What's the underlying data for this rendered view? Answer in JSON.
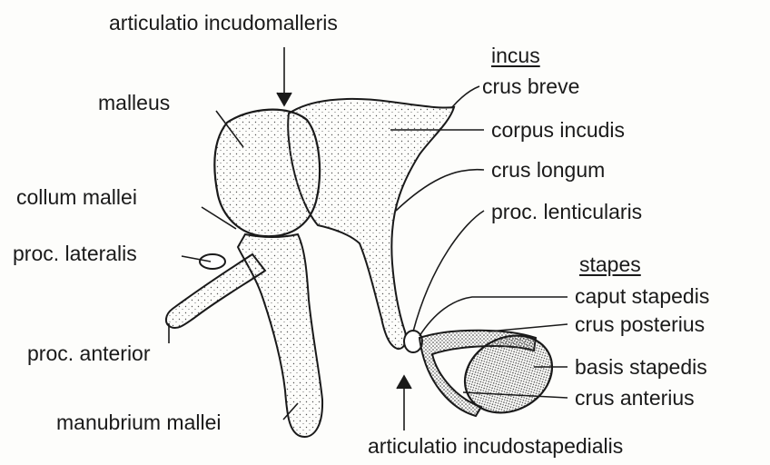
{
  "labels": {
    "top": "articulatio incudomalleris",
    "malleus": "malleus",
    "incus_header": "incus",
    "crus_breve": "crus breve",
    "corpus_incudis": "corpus incudis",
    "crus_longum": "crus longum",
    "collum_mallei": "collum mallei",
    "proc_lenticularis": "proc. lenticularis",
    "proc_lateralis": "proc. lateralis",
    "stapes_header": "stapes",
    "caput_stapedis": "caput stapedis",
    "crus_posterius": "crus posterius",
    "proc_anterior": "proc. anterior",
    "basis_stapedis": "basis stapedis",
    "crus_anterius": "crus anterius",
    "manubrium_mallei": "manubrium mallei",
    "bottom": "articulatio incudostapedialis"
  },
  "colors": {
    "ink": "#1a1a1a",
    "paper": "#fdfdfb"
  }
}
